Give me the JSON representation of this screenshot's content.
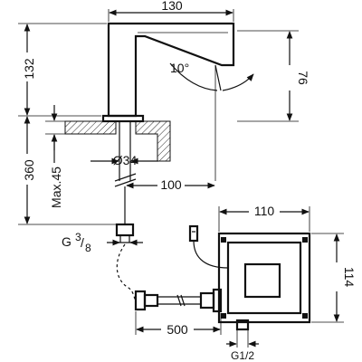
{
  "dimensions": {
    "faucet_width": "130",
    "faucet_height": "132",
    "spout_height": "76",
    "spout_angle": "10°",
    "total_height": "360",
    "deck_max": "Max.45",
    "hole_diameter": "Ø34",
    "spout_reach": "100",
    "box_width": "110",
    "box_height": "114",
    "thread_g38_main": "G",
    "thread_g38_num": "3",
    "thread_g38_den": "8",
    "hose_length": "500",
    "thread_g12": "G1/2"
  },
  "colors": {
    "line": "#111111",
    "background": "#ffffff"
  }
}
